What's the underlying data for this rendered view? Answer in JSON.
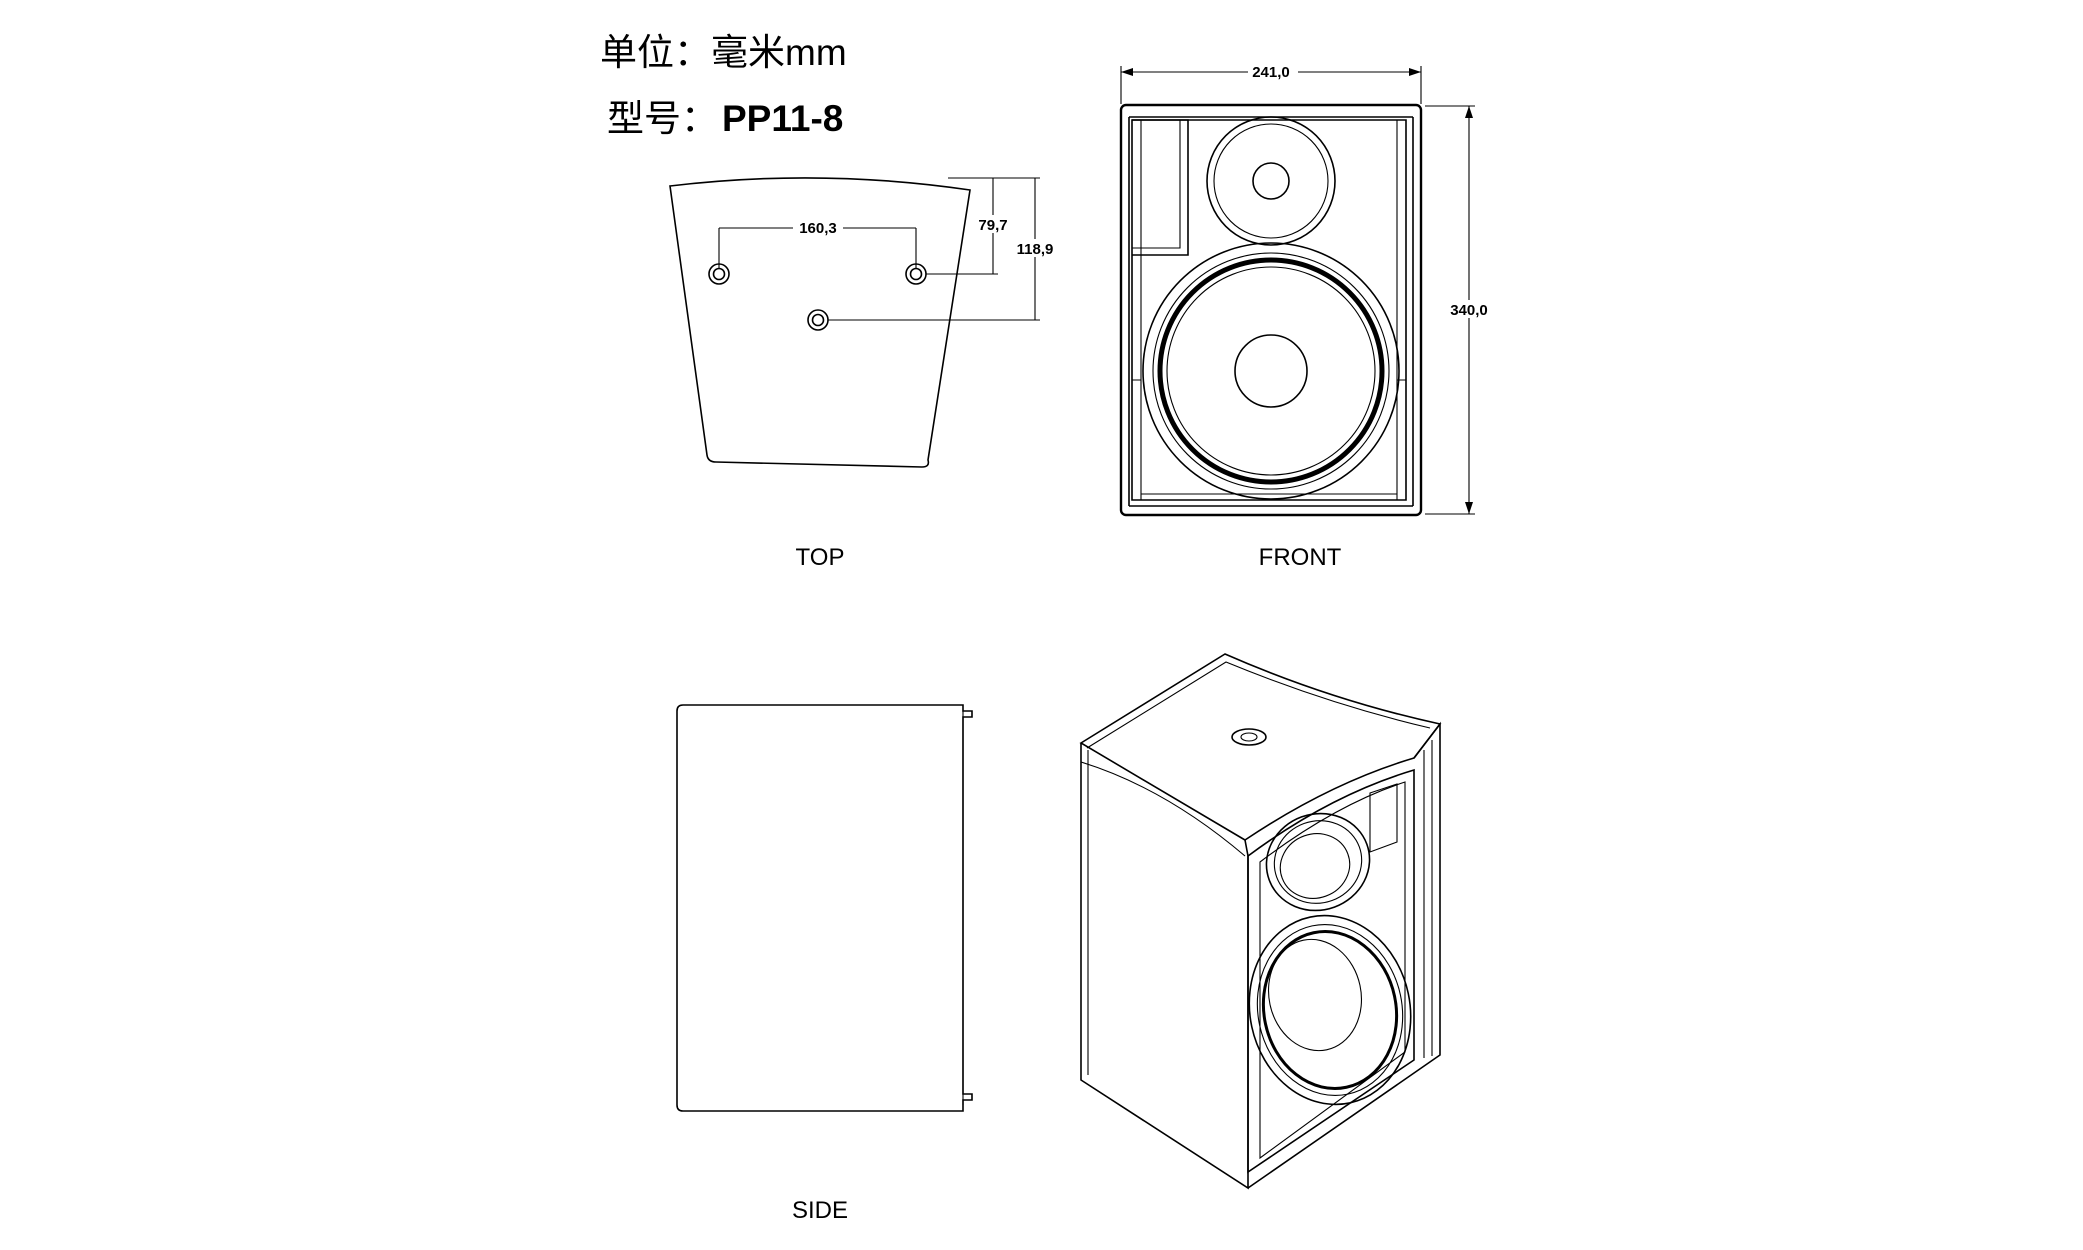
{
  "header": {
    "unit_label": "单位：",
    "unit_value": "毫米mm",
    "model_label": "型号：",
    "model_value": "PP11-8"
  },
  "views": {
    "top": "TOP",
    "front": "FRONT",
    "side": "SIDE"
  },
  "dimensions": {
    "top_hole_spacing": "160,3",
    "top_depth_rear_holes": "79,7",
    "top_depth_front_hole": "118,9",
    "front_width": "241,0",
    "front_height": "340,0"
  }
}
